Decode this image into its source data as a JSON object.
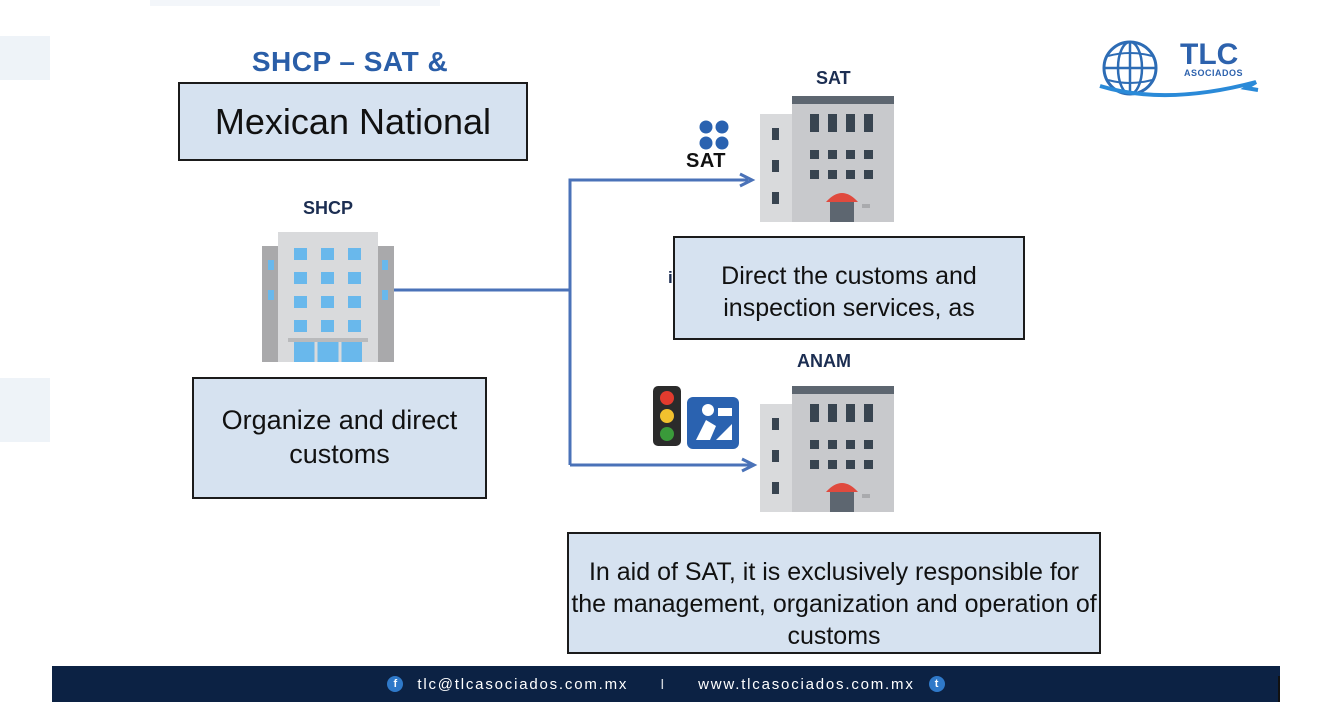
{
  "heading": "SHCP – SAT &",
  "title_box": "Mexican National",
  "nodes": {
    "shcp": {
      "label": "SHCP",
      "text": "Organize and direct customs"
    },
    "sat": {
      "label": "SAT",
      "text": "Direct the customs and inspection services, as",
      "logo_text": "SAT"
    },
    "anam": {
      "label": "ANAM",
      "text": "In aid of SAT, it is exclusively responsible for the management, organization and operation of customs"
    }
  },
  "logo": {
    "main": "TLC",
    "sub": "ASOCIADOS"
  },
  "footer": {
    "email": "tlc@tlcasociados.com.mx",
    "separator": "I",
    "website": "www.tlcasociados.com.mx"
  },
  "colors": {
    "heading": "#2a5ea8",
    "box_fill": "#d6e2f0",
    "connector": "#4a72b8",
    "footer_bg": "#0c2244"
  }
}
